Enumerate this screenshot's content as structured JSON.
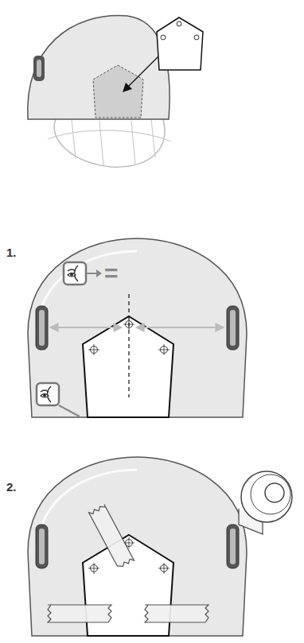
{
  "diagram": {
    "labels": [
      "1.",
      "2.",
      "="
    ]
  }
}
